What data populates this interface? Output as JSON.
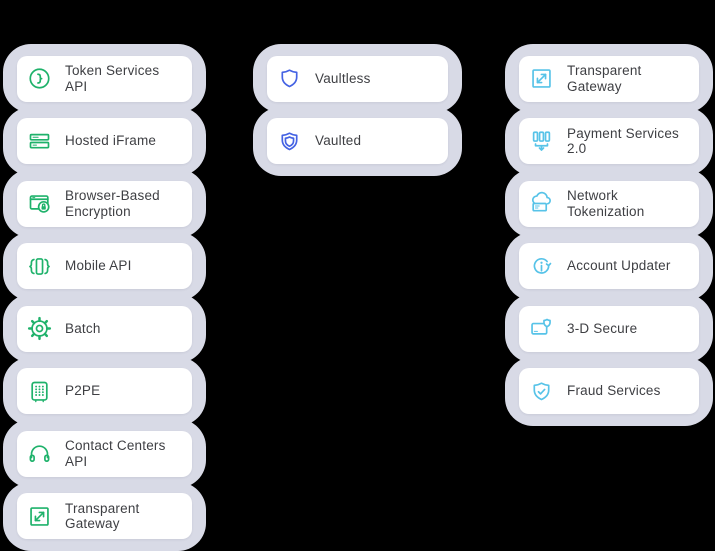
{
  "page": {
    "background": "#000000"
  },
  "colors": {
    "pill_background": "#d8dae6",
    "card_background": "#ffffff",
    "label_text": "#3e3f43",
    "green_accent": "#1fb26b",
    "blue_accent": "#4462e3",
    "cyan_accent": "#57c3e8"
  },
  "columns": [
    {
      "id": "left-services",
      "accent": "#1fb26b",
      "items": [
        {
          "label": "Token Services API",
          "icon": "token-services-api-icon"
        },
        {
          "label": "Hosted iFrame",
          "icon": "hosted-iframe-icon"
        },
        {
          "label": "Browser-Based Encryption",
          "icon": "browser-encryption-icon"
        },
        {
          "label": "Mobile API",
          "icon": "mobile-api-icon"
        },
        {
          "label": "Batch",
          "icon": "batch-gear-icon"
        },
        {
          "label": "P2PE",
          "icon": "p2pe-keypad-icon"
        },
        {
          "label": "Contact Centers API",
          "icon": "contact-centers-headset-icon"
        },
        {
          "label": "Transparent Gateway",
          "icon": "transparent-gateway-icon"
        }
      ]
    },
    {
      "id": "middle-vault-options",
      "accent": "#4462e3",
      "items": [
        {
          "label": "Vaultless",
          "icon": "shield-outline-icon"
        },
        {
          "label": "Vaulted",
          "icon": "shield-nested-icon"
        }
      ]
    },
    {
      "id": "right-services",
      "accent": "#57c3e8",
      "items": [
        {
          "label": "Transparent Gateway",
          "icon": "transparent-gateway-icon"
        },
        {
          "label": "Payment Services 2.0",
          "icon": "payment-services-icon"
        },
        {
          "label": "Network Tokenization",
          "icon": "network-tokenization-icon"
        },
        {
          "label": "Account Updater",
          "icon": "account-updater-icon"
        },
        {
          "label": "3-D Secure",
          "icon": "three-d-secure-icon"
        },
        {
          "label": "Fraud Services",
          "icon": "fraud-services-shield-check-icon"
        }
      ]
    }
  ]
}
